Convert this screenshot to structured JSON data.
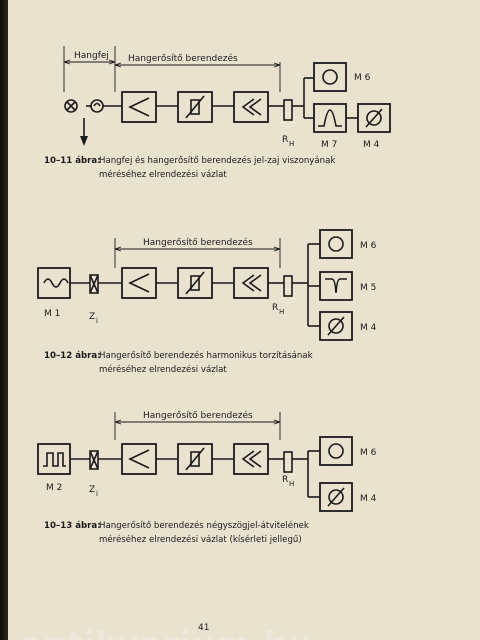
{
  "fig1": {
    "label_hangfej": "Hangfej",
    "label_amp": "Hangerősítő berendezés",
    "rh": "R",
    "rh_sub": "H",
    "m_top": "M 6",
    "m_mid": "M 7",
    "m_bot": "M 4",
    "caption_num": "10–11 ábra:",
    "caption_line1": "Hangfej és hangerősítő berendezés jel-zaj viszonyának",
    "caption_line2": "méréséhez elrendezési vázlat"
  },
  "fig2": {
    "label_amp": "Hangerősítő berendezés",
    "m_src": "M 1",
    "zi": "Z",
    "zi_sub": "i",
    "rh": "R",
    "rh_sub": "H",
    "m_top": "M 6",
    "m_mid": "M 5",
    "m_bot": "M 4",
    "caption_num": "10–12 ábra:",
    "caption_line1": "Hangerősítő berendezés harmonikus torzításának",
    "caption_line2": "méréséhez elrendezési vázlat"
  },
  "fig3": {
    "label_amp": "Hangerősítő berendezés",
    "m_src": "M 2",
    "zi": "Z",
    "zi_sub": "i",
    "rh": "R",
    "rh_sub": "H",
    "m_top": "M 6",
    "m_bot": "M 4",
    "caption_num": "10–13 ábra:",
    "caption_line1": "Hangerősítő berendezés négyszögjel-átvitelének",
    "caption_line2": "méréséhez elrendezési vázlat (kísérleti jellegű)"
  },
  "page_number": "41",
  "watermark": "antikvarium.hu"
}
